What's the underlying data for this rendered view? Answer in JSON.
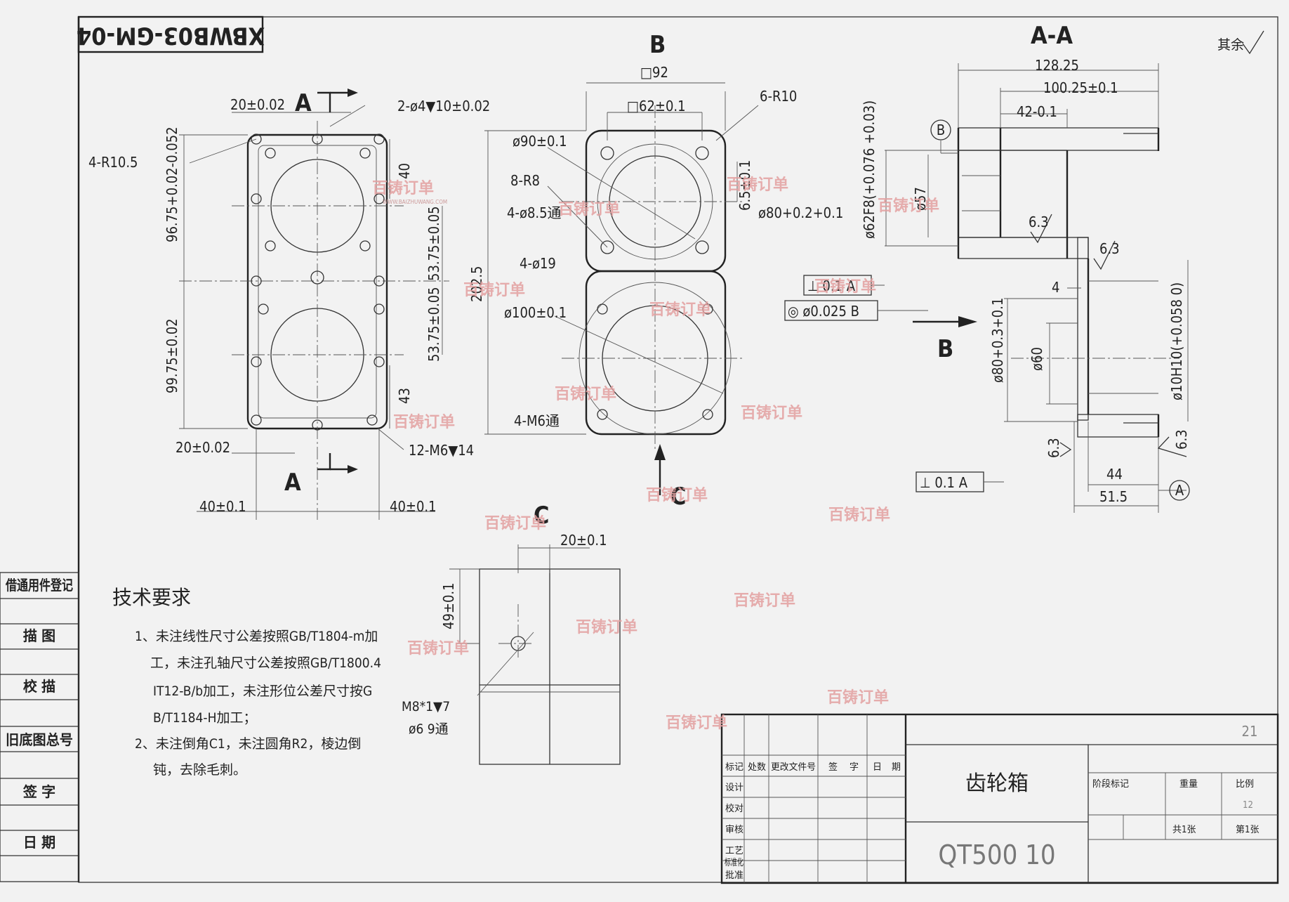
{
  "drawing": {
    "number": "XBWB03-GM-04",
    "roughness_mark": "其余",
    "title": "齿轮箱",
    "material": "QT500 10",
    "sheet_tag": "21",
    "scale_value": "12",
    "colors": {
      "line": "#222222",
      "paper": "#f2f2f2",
      "watermark": "#e3a0a0"
    }
  },
  "views": {
    "front": {
      "section_label_top": "A",
      "section_label_bottom": "A",
      "dims": {
        "top_offset": "20±0.02",
        "top_holes": "2-ø4▼10±0.02",
        "corner_radius": "4-R10.5",
        "upper_height": "96.75+0.02-0.052",
        "lower_height": "99.75±0.02",
        "hole_spacing_40": "40",
        "upper_center": "53.75±0.05",
        "lower_center": "53.75±0.05",
        "height_43": "43",
        "bottom_offset": "20±0.02",
        "bolt_holes": "12-M6▼14",
        "left_width": "40±0.1",
        "right_width": "40±0.1"
      }
    },
    "side_b": {
      "label": "B",
      "dims": {
        "square_outer": "□92",
        "square_inner": "□62±0.1",
        "corner_radius": "6-R10",
        "circle_90": "ø90±0.1",
        "radius_8": "8-R8",
        "holes_8_5": "4-ø8.5通",
        "offset_6_5": "6.5±0.1",
        "bore_80": "ø80+0.2+0.1",
        "holes_19": "4-ø19",
        "total_height": "202.5",
        "circle_100": "ø100±0.1",
        "tapped_holes": "4-M6通",
        "view_c_label": "C"
      }
    },
    "section_aa": {
      "label": "A-A",
      "datum_b": "B",
      "datum_a": "A",
      "arrow_b": "B",
      "dims": {
        "len_128": "128.25",
        "len_100": "100.25±0.1",
        "len_42": "42-0.1",
        "bore_62": "ø62F8(+0.076 +0.03)",
        "dia_57": "ø57",
        "rough_1": "6.3",
        "rough_2": "6.3",
        "rough_3": "6.3",
        "rough_4": "6.3",
        "perp_tol": "⊥ 0.1 A",
        "conc_tol": "◎ ø0.025 B",
        "step_4": "4",
        "bore_80": "ø80+0.3+0.1",
        "dia_60": "ø60",
        "hole_10": "ø10H10(+0.058 0)",
        "len_44": "44",
        "len_51": "51.5",
        "perp_tol_2": "⊥ 0.1 A"
      }
    },
    "view_c": {
      "label": "C",
      "dims": {
        "offset_20": "20±0.1",
        "height_49": "49±0.1",
        "thread": "M8*1▼7",
        "drill": "ø6 9通"
      }
    }
  },
  "notes": {
    "heading": "技术要求",
    "lines": [
      "1、未注线性尺寸公差按照GB/T1804-m加",
      "工，未注孔轴尺寸公差按照GB/T1800.4",
      "IT12-B/b加工，未注形位公差尺寸按G",
      "B/T1184-H加工；",
      "2、未注倒角C1，未注圆角R2，棱边倒",
      "钝，去除毛刺。"
    ]
  },
  "left_strip": [
    "借通用件登记",
    "描 图",
    "校 描",
    "旧底图总号",
    "签 字",
    "日 期"
  ],
  "title_block": {
    "headers": [
      "标记",
      "处数",
      "更改文件号",
      "签",
      "字",
      "日",
      "期"
    ],
    "roles": [
      "设计",
      "校对",
      "审核",
      "工艺",
      "标准化",
      "批准"
    ],
    "cells": [
      "阶段标记",
      "重量",
      "比例",
      "共1张",
      "第1张"
    ]
  },
  "watermark": {
    "brand": "百铸订单",
    "url": "WWW.BAIZHUWANG.COM"
  }
}
